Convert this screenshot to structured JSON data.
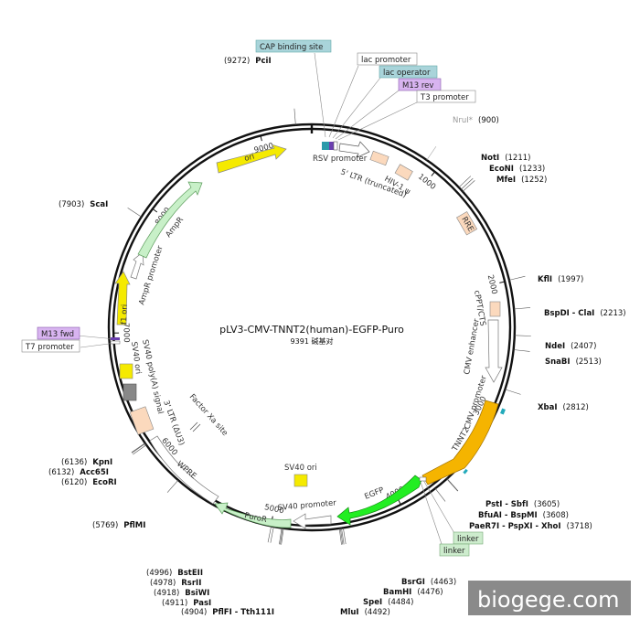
{
  "plasmid": {
    "name": "pLV3-CMV-TNNT2(human)-EGFP-Puro",
    "size_label": "9391 碱基对",
    "length_bp": 9391
  },
  "ticks": [
    {
      "label": "1000",
      "bp": 1000
    },
    {
      "label": "2000",
      "bp": 2000
    },
    {
      "label": "3000",
      "bp": 3000
    },
    {
      "label": "4000",
      "bp": 4000
    },
    {
      "label": "5000",
      "bp": 5000
    },
    {
      "label": "6000",
      "bp": 6000
    },
    {
      "label": "7000",
      "bp": 7000
    },
    {
      "label": "8000",
      "bp": 8000
    },
    {
      "label": "9000",
      "bp": 9000
    }
  ],
  "sites": [
    {
      "name": "PciI",
      "pos": "(9272)",
      "bp": 9272
    },
    {
      "name": "NruI*",
      "pos": "(900)",
      "bp": 900,
      "muted": true
    },
    {
      "name": "NotI",
      "pos": "(1211)",
      "bp": 1211
    },
    {
      "name": "EcoNI",
      "pos": "(1233)",
      "bp": 1233
    },
    {
      "name": "MfeI",
      "pos": "(1252)",
      "bp": 1252
    },
    {
      "name": "KflI",
      "pos": "(1997)",
      "bp": 1997
    },
    {
      "name": "BspDI - ClaI",
      "pos": "(2213)",
      "bp": 2213
    },
    {
      "name": "NdeI",
      "pos": "(2407)",
      "bp": 2407
    },
    {
      "name": "SnaBI",
      "pos": "(2513)",
      "bp": 2513
    },
    {
      "name": "XbaI",
      "pos": "(2812)",
      "bp": 2812
    },
    {
      "name": "PstI - SbfI",
      "pos": "(3605)",
      "bp": 3605
    },
    {
      "name": "BfuAI - BspMI",
      "pos": "(3608)",
      "bp": 3608
    },
    {
      "name": "PaeR7I - PspXI - XhoI",
      "pos": "(3718)",
      "bp": 3718
    },
    {
      "name": "BsrGI",
      "pos": "(4463)",
      "bp": 4463
    },
    {
      "name": "BamHI",
      "pos": "(4476)",
      "bp": 4476
    },
    {
      "name": "SpeI",
      "pos": "(4484)",
      "bp": 4484
    },
    {
      "name": "MluI",
      "pos": "(4492)",
      "bp": 4492
    },
    {
      "name": "BstEII",
      "pos": "(4996)",
      "bp": 4996
    },
    {
      "name": "RsrII",
      "pos": "(4978)",
      "bp": 4978
    },
    {
      "name": "BsiWI",
      "pos": "(4918)",
      "bp": 4918
    },
    {
      "name": "PasI",
      "pos": "(4911)",
      "bp": 4911
    },
    {
      "name": "PflFI - Tth111I",
      "pos": "(4904)",
      "bp": 4904
    },
    {
      "name": "PflMI",
      "pos": "(5769)",
      "bp": 5769
    },
    {
      "name": "KpnI",
      "pos": "(6136)",
      "bp": 6136
    },
    {
      "name": "Acc65I",
      "pos": "(6132)",
      "bp": 6132
    },
    {
      "name": "EcoRI",
      "pos": "(6120)",
      "bp": 6120
    },
    {
      "name": "ScaI",
      "pos": "(7903)",
      "bp": 7903
    }
  ],
  "boxed_labels": [
    {
      "text": "CAP binding site",
      "color": "#a9d4da"
    },
    {
      "text": "lac promoter",
      "color": "#ffffff"
    },
    {
      "text": "lac operator",
      "color": "#a9d4da"
    },
    {
      "text": "M13 rev",
      "color": "#d8b4f0"
    },
    {
      "text": "T3 promoter",
      "color": "#ffffff"
    },
    {
      "text": "M13 fwd",
      "color": "#d8b4f0"
    },
    {
      "text": "T7 promoter",
      "color": "#ffffff"
    },
    {
      "text": "linker",
      "color": "#cdeccd"
    },
    {
      "text": "linker",
      "color": "#cdeccd"
    }
  ],
  "features": [
    {
      "label": "ori",
      "color": "#f5ea00"
    },
    {
      "label": "RSV promoter",
      "color": "#ffffff"
    },
    {
      "label": "5' LTR (truncated)",
      "color": "#fbd9bd"
    },
    {
      "label": "HIV-1 ψ",
      "color": "#fbd9bd"
    },
    {
      "label": "RRE",
      "color": "#fbd9bd"
    },
    {
      "label": "cPPT/CTS",
      "color": "#fbd9bd"
    },
    {
      "label": "CMV enhancer",
      "color": "#ffffff"
    },
    {
      "label": "CMV promoter",
      "color": "#ffffff"
    },
    {
      "label": "TNNT2",
      "color": "#f5b400"
    },
    {
      "label": "EGFP",
      "color": "#22ee22"
    },
    {
      "label": "SV40 promoter",
      "color": "#ffffff"
    },
    {
      "label": "PuroR",
      "color": "#c8f0c8"
    },
    {
      "label": "WPRE",
      "color": "#ffffff"
    },
    {
      "label": "3' LTR (ΔU3)",
      "color": "#fbd9bd"
    },
    {
      "label": "SV40 poly(A) signal",
      "color": "#888888"
    },
    {
      "label": "SV40 ori",
      "color": "#f5ea00"
    },
    {
      "label": "f1 ori",
      "color": "#f5ea00"
    },
    {
      "label": "AmpR promoter",
      "color": "#ffffff"
    },
    {
      "label": "AmpR",
      "color": "#c8f0c8"
    },
    {
      "label": "Factor Xa site",
      "color": "#ffffff"
    },
    {
      "label": "SV40 ori",
      "color": "#f5ea00"
    }
  ],
  "watermark": {
    "text": "biogege.com"
  }
}
